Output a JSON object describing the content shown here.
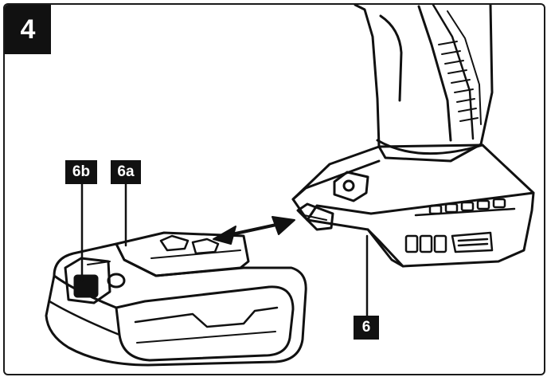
{
  "figure": {
    "step_number": "4",
    "labels": {
      "battery_release_button": "6b",
      "battery_pack_top": "6a",
      "battery_slot": "6"
    }
  }
}
